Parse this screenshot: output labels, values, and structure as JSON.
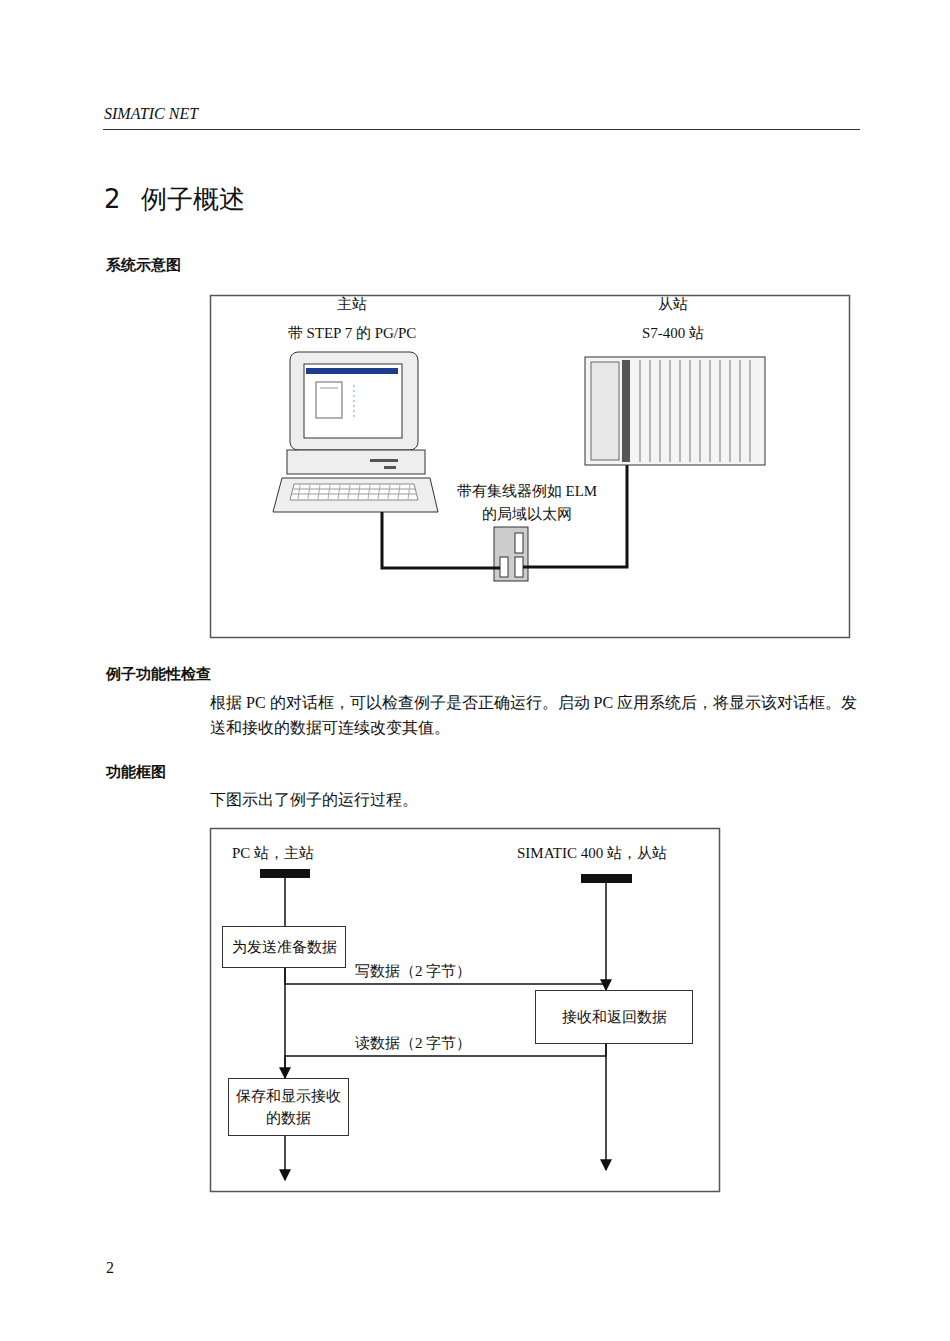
{
  "diagram": {
    "title": "2 例子概述",
    "nodes": [
      {
        "text": [
          "为发送准备数据"
        ]
      },
      {
        "text": [
          "接收和返回数据"
        ]
      },
      {
        "text": [
          "保存和显示接收的数据"
        ]
      }
    ],
    "edges": [
      {
        "from": 0,
        "to": 1,
        "arrow": "to",
        "label": "写数据（2 字节）"
      },
      {
        "from": 1,
        "to": 2,
        "arrow": "to",
        "label": "读数据（2 字节）"
      }
    ],
    "labels": [
      "SIMATIC NET",
      "系统示意图",
      "主站",
      "带 STEP 7 的 PG/PC",
      "从站",
      "S7-400 站",
      "带有集线器例如 ELM 的局域以太网",
      "例子功能性检查",
      "根据 PC 的对话框，可以检查例子是否正确运行。启动 PC 应用系统后，将显示该对话框。发送和接收的数据可连续改变其值。",
      "功能框图",
      "下图示出了例子的运行过程。",
      "PC 站，主站",
      "SIMATIC 400 站，从站",
      "2"
    ]
  }
}
